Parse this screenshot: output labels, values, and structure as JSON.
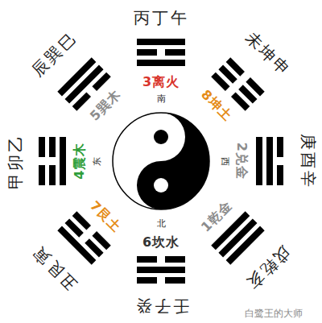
{
  "diagram": {
    "labels": [
      "丙丁午",
      "未坤申",
      "辰巽巳",
      "3离火",
      "南",
      "8坤土",
      "5巽木",
      "甲卯乙",
      "4震木",
      "东",
      "西",
      "2兑金",
      "庚酉辛",
      "7艮土",
      "1乾金",
      "北",
      "6坎水",
      "丑艮寅",
      "戌乾亥",
      "壬子癸",
      "白鹭王的大师"
    ]
  }
}
